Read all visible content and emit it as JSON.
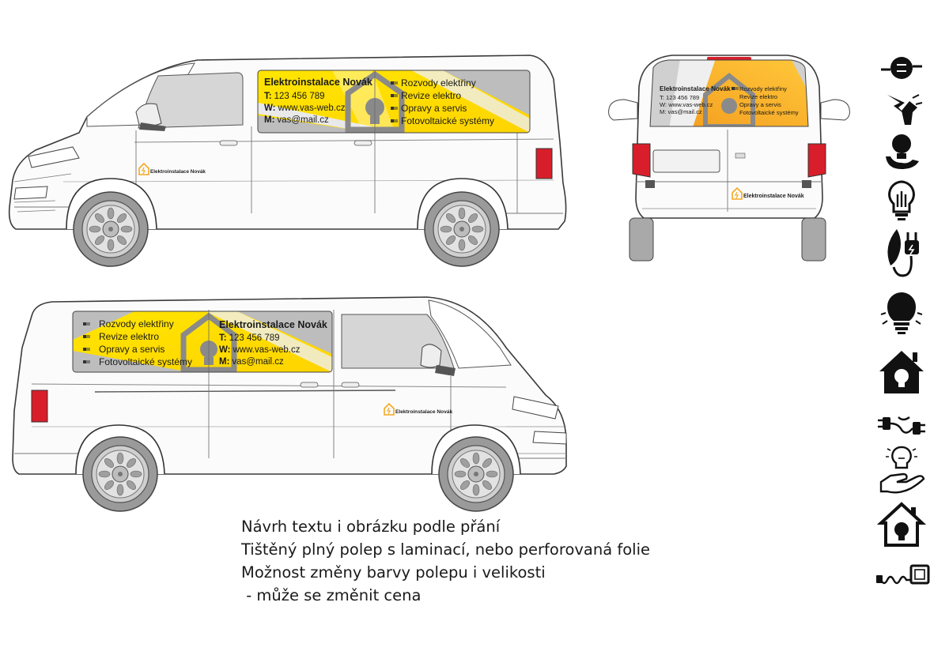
{
  "company": {
    "name": "Elektroinstalace Novák",
    "phone": "T: 123 456 789",
    "web": "W: www.vas-web.cz",
    "mail": "M: vas@mail.cz",
    "phone_label": "T:",
    "phone_value": "123 456 789",
    "web_label": "W:",
    "web_value": "www.vas-web.cz",
    "mail_label": "M:",
    "mail_value": "vas@mail.cz"
  },
  "services": [
    "Rozvody elektřiny",
    "Revize elektro",
    "Opravy a servis",
    "Fotovoltaické systémy"
  ],
  "caption": {
    "lines": [
      "Návrh textu i obrázku podle přání",
      "Tištěný plný polep s laminací, nebo perforovaná folie",
      "Možnost změny barvy polepu i velikosti",
      " - může se změnit cena"
    ]
  },
  "icons": [
    "power-plug-globe-icon",
    "hand-lightning-bolt-icon",
    "lightbulb-hand-icon",
    "lightbulb-filament-icon",
    "leaf-plug-icon",
    "lightbulb-glow-icon",
    "house-lightbulb-icon",
    "plug-socket-cable-icon",
    "hand-holding-lightbulb-icon",
    "house-lightbulb-outline-icon",
    "wall-socket-cable-icon"
  ],
  "colors": {
    "wrap_yellow": "#FFE500",
    "wrap_orange": "#F7A823",
    "wrap_gray": "#9c9c9c",
    "text_dark": "#1a1a1a",
    "brake_red": "#D81E2A"
  }
}
